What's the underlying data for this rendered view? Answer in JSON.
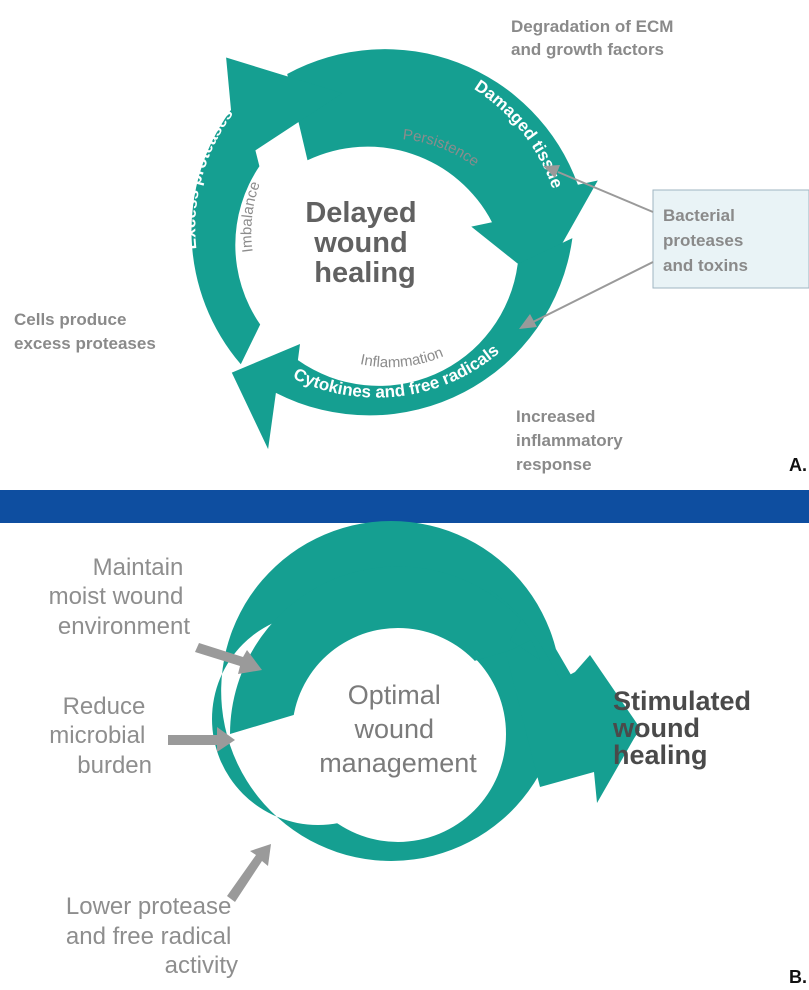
{
  "colors": {
    "teal": "#159f91",
    "blue_band": "#0e4ea0",
    "gray_arrow": "#9a9a9a",
    "box_fill": "#e9f3f6",
    "box_border": "#9fb6c2"
  },
  "panel_a": {
    "label": "A.",
    "center_lines": [
      "Delayed",
      "wound",
      "healing"
    ],
    "band_labels": {
      "excess_proteases": "Excess proteases",
      "damaged_tissue": "Damaged tissue",
      "cytokines": "Cytokines and free radicals"
    },
    "inner_labels": {
      "imbalance": "Imbalance",
      "persistence": "Persistence",
      "inflammation": "Inflammation"
    },
    "degradation": [
      "Degradation of ECM",
      "and growth factors"
    ],
    "cells": [
      "Cells produce",
      "excess proteases"
    ],
    "increased": [
      "Increased",
      "inflammatory",
      "response"
    ],
    "bacterial_box": [
      "Bacterial",
      "proteases",
      "and toxins"
    ]
  },
  "panel_b": {
    "label": "B.",
    "center_lines": [
      "Optimal",
      "wound",
      "management"
    ],
    "maintain": [
      "Maintain",
      "moist wound",
      "environment"
    ],
    "reduce": [
      "Reduce",
      "microbial",
      "burden"
    ],
    "lower": [
      "Lower protease",
      "and free radical",
      "activity"
    ],
    "stimulated": [
      "Stimulated",
      "wound",
      "healing"
    ]
  }
}
